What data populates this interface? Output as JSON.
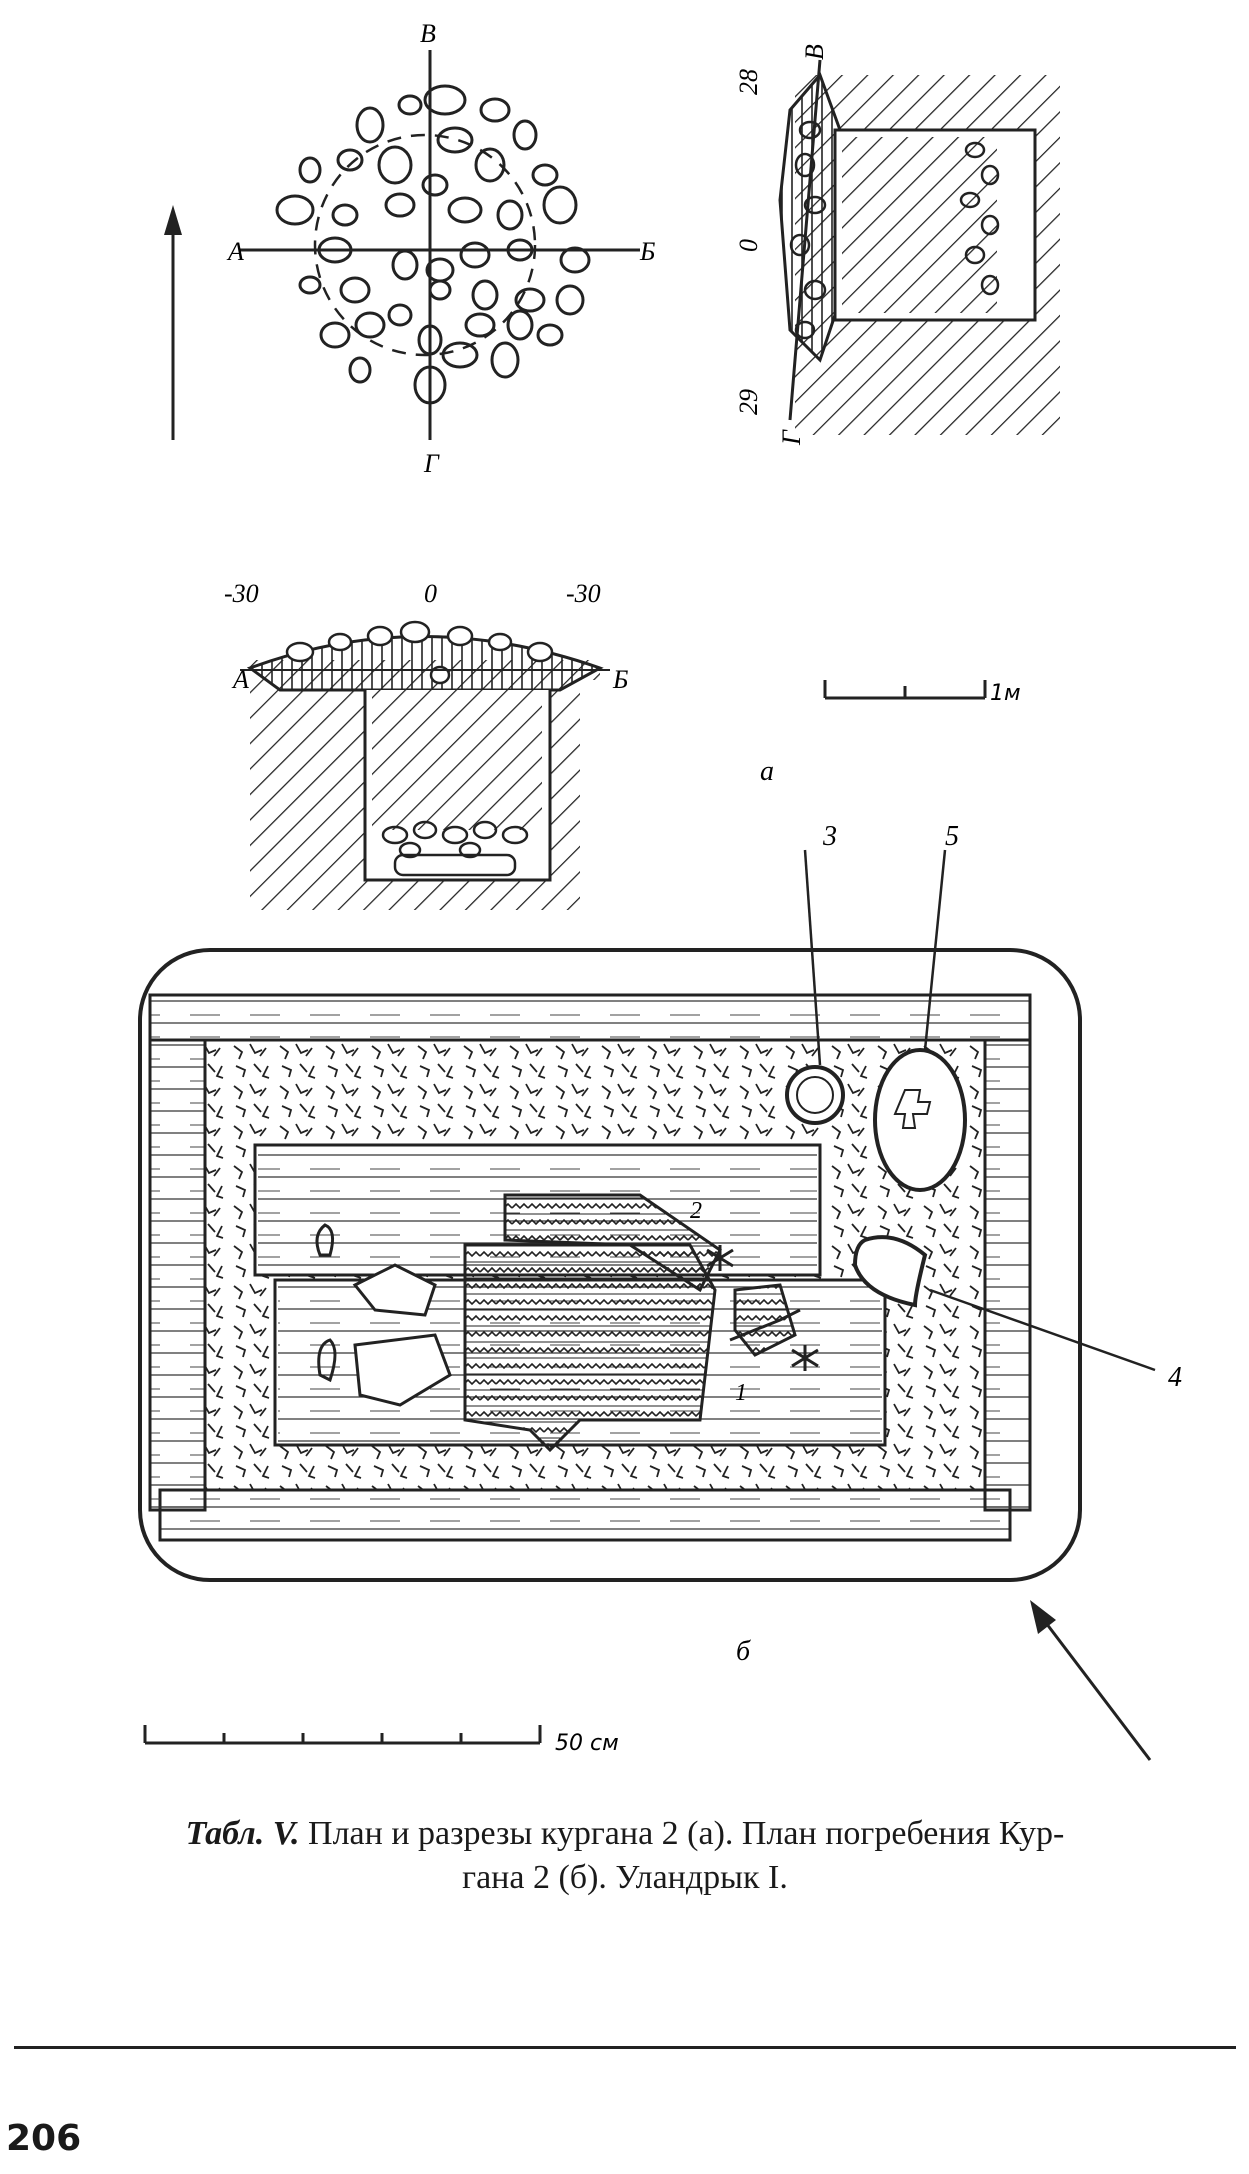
{
  "plan_labels": {
    "north": "В",
    "south": "Г",
    "west": "А",
    "east": "Б"
  },
  "section_vg": {
    "top": "В",
    "bottom": "Г",
    "val_top": "28",
    "val_mid": "0",
    "val_bottom": "29"
  },
  "section_ab": {
    "left_val": "-30",
    "mid_val": "0",
    "right_val": "-30",
    "left": "А",
    "right": "Б"
  },
  "scale_a": "1м",
  "panel_a": "а",
  "panel_b": "б",
  "find_labels": [
    "3",
    "5",
    "2",
    "4",
    "1"
  ],
  "scale_b": "50 см",
  "caption": {
    "lead": "Табл. V.",
    "line1": "План и разрезы кургана 2 (а). План погребения Кур-",
    "line2": "гана 2 (б). Уландрык I."
  },
  "page_number": "206"
}
